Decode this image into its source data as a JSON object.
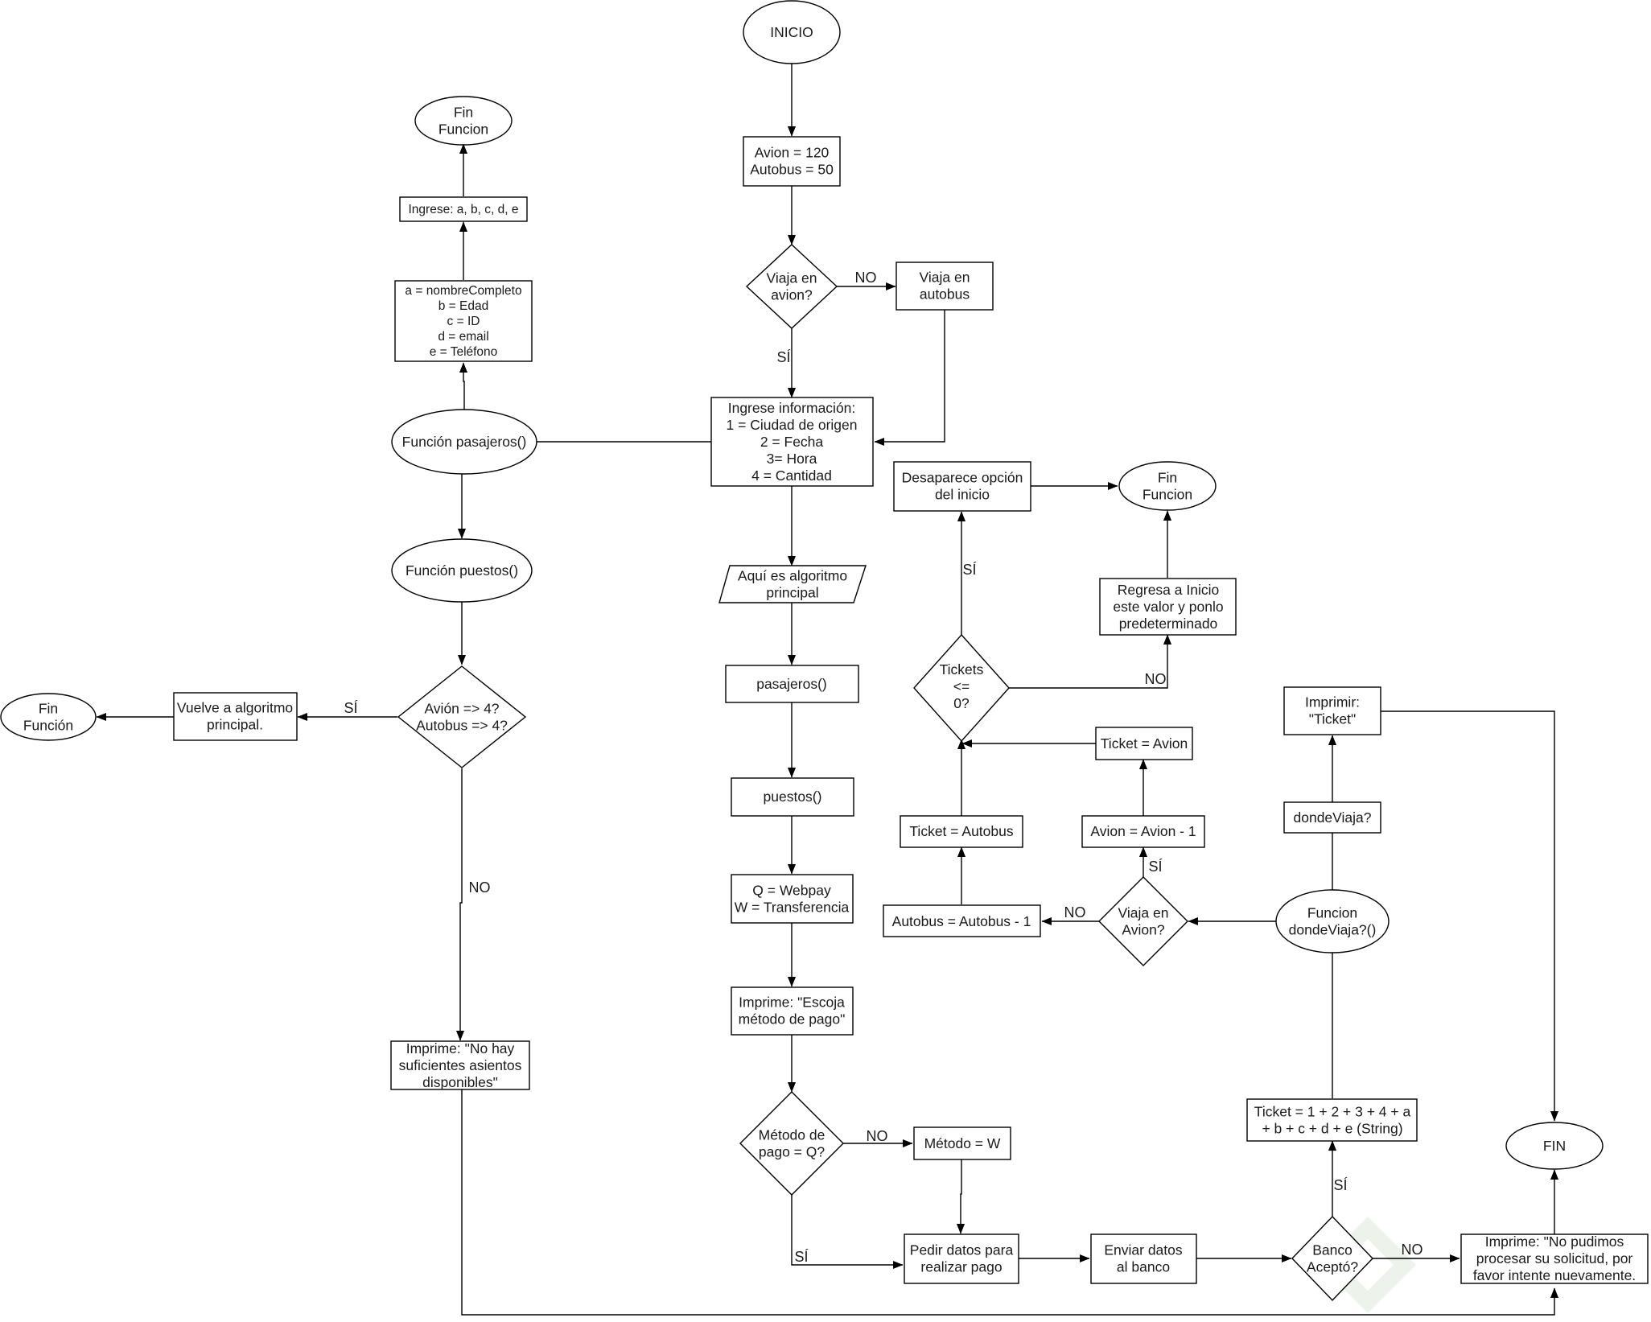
{
  "nodes": {
    "inicio": [
      "INICIO"
    ],
    "init_vars": [
      "Avion = 120",
      "Autobus = 50"
    ],
    "viaja_avion_q": [
      "Viaja en",
      "avion?"
    ],
    "viaja_autobus": [
      "Viaja en",
      "autobus"
    ],
    "ingrese_info": [
      "Ingrese información:",
      "1 = Ciudad de origen",
      "2 = Fecha",
      "3= Hora",
      "4 = Cantidad"
    ],
    "algoritmo_principal": [
      "Aquí es algoritmo",
      "principal"
    ],
    "pasajeros_call": [
      "pasajeros()"
    ],
    "puestos_call": [
      "puestos()"
    ],
    "metodos": [
      "Q = Webpay",
      "W = Transferencia"
    ],
    "escoja_metodo": [
      "Imprime: \"Escoja",
      "método de pago\""
    ],
    "metodo_q": [
      "Método de",
      "pago = Q?"
    ],
    "metodo_w": [
      "Método = W"
    ],
    "pedir_datos": [
      "Pedir datos para",
      "realizar pago"
    ],
    "enviar_banco": [
      "Enviar datos",
      "al banco"
    ],
    "banco_acepto": [
      "Banco",
      "Aceptó?"
    ],
    "no_pudimos": [
      "Imprime: \"No pudimos",
      "procesar su solicitud, por",
      "favor intente nuevamente."
    ],
    "fin_main": [
      "FIN"
    ],
    "ticket_string": [
      "Ticket = 1 + 2 + 3 + 4 + a",
      "+ b + c + d + e (String)"
    ],
    "funcion_donde_viaja": [
      "Funcion",
      "dondeViaja?()"
    ],
    "donde_viaja_q": [
      "dondeViaja?"
    ],
    "imprimir_ticket": [
      "Imprimir:",
      "\"Ticket\""
    ],
    "viaja_en_avion_q": [
      "Viaja en",
      "Avion?"
    ],
    "avion_minus": [
      "Avion = Avion - 1"
    ],
    "ticket_avion": [
      "Ticket = Avion"
    ],
    "autobus_minus": [
      "Autobus = Autobus - 1"
    ],
    "ticket_autobus": [
      "Ticket = Autobus"
    ],
    "tickets_leq_zero": [
      "Tickets",
      "<=",
      "0?"
    ],
    "desaparece": [
      "Desaparece opción",
      "del inicio"
    ],
    "fin_funcion_right": [
      "Fin",
      "Funcion"
    ],
    "regresa_inicio": [
      "Regresa a Inicio",
      "este valor y ponlo",
      "predeterminado"
    ],
    "funcion_pasajeros": [
      "Función pasajeros()"
    ],
    "pasajeros_fields": [
      "a = nombreCompleto",
      "b = Edad",
      "c = ID",
      "d = email",
      "e = Teléfono"
    ],
    "ingrese_abcde": [
      "Ingrese: a, b, c, d, e"
    ],
    "fin_funcion_top": [
      "Fin",
      "Funcion"
    ],
    "funcion_puestos": [
      "Función puestos()"
    ],
    "avion_autobus_q": [
      "Avión => 4?",
      "Autobus => 4?"
    ],
    "vuelve_algoritmo": [
      "Vuelve a algoritmo",
      "principal."
    ],
    "fin_funcion_left": [
      "Fin",
      "Función"
    ],
    "no_hay_asientos": [
      "Imprime: \"No hay",
      "suficientes asientos",
      "disponibles\""
    ]
  },
  "edge_labels": {
    "viaja_no": "NO",
    "viaja_si": "SÍ",
    "metodo_no": "NO",
    "metodo_si": "SÍ",
    "banco_si": "SÍ",
    "banco_no": "NO",
    "viaja_avion_si": "SÍ",
    "viaja_avion_no": "NO",
    "tickets_si": "SÍ",
    "tickets_no": "NO",
    "puestos_si": "SÍ",
    "puestos_no": "NO"
  }
}
